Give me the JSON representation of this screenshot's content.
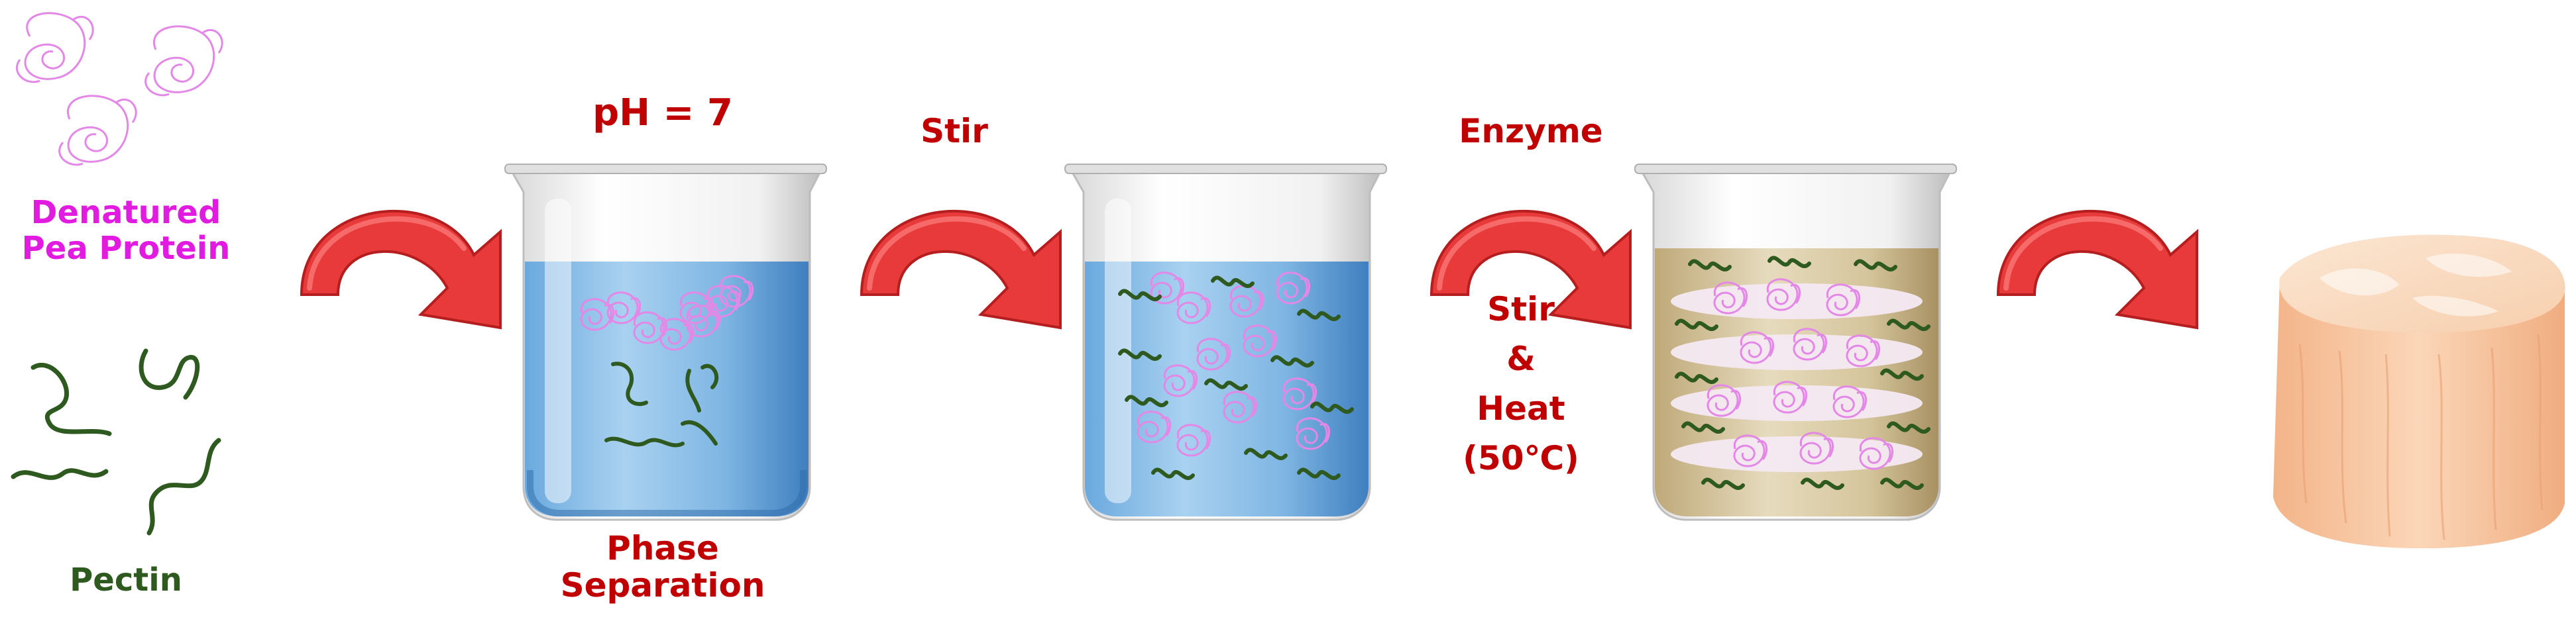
{
  "labels": {
    "denatured_line1": "Denatured",
    "denatured_line2": "Pea Protein",
    "pectin": "Pectin",
    "ph": "pH = 7",
    "phase_line1": "Phase",
    "phase_line2": "Separation",
    "stir_top": "Stir",
    "enzyme": "Enzyme",
    "stir_mid": "Stir",
    "amp": "&",
    "heat": "Heat",
    "temp": "(50℃)"
  },
  "colors": {
    "arrow": "#e83a3a",
    "label_red": "#c00000",
    "protein": "#e21be0",
    "pectin": "#2f5a1f",
    "water": "#5b9bd5",
    "emulsion": "#c9b78a",
    "product": "#f7c9a4"
  },
  "icons": [
    "curved-arrow-icon",
    "beaker-icon",
    "protein-coil-icon",
    "pectin-chain-icon",
    "gel-product-icon"
  ]
}
